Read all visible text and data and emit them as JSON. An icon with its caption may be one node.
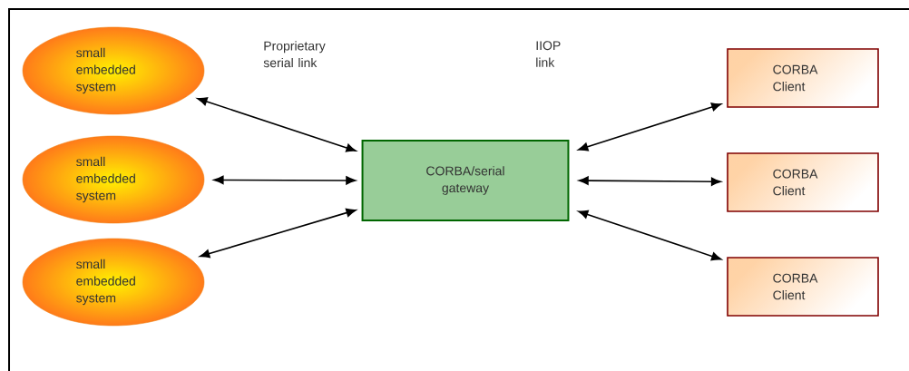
{
  "diagram": {
    "nodes": [
      {
        "text": [
          "small embedded system"
        ]
      },
      {
        "text": [
          "small embedded system"
        ]
      },
      {
        "text": [
          "small embedded system"
        ]
      },
      {
        "text": [
          "CORBA/serial gateway"
        ]
      },
      {
        "text": [
          "CORBA Client"
        ]
      },
      {
        "text": [
          "CORBA Client"
        ]
      },
      {
        "text": [
          "CORBA Client"
        ]
      }
    ],
    "edges": [
      {
        "from": 0,
        "to": 3,
        "arrow": "both"
      },
      {
        "from": 1,
        "to": 3,
        "arrow": "both"
      },
      {
        "from": 2,
        "to": 3,
        "arrow": "both"
      },
      {
        "from": 3,
        "to": 4,
        "arrow": "both"
      },
      {
        "from": 3,
        "to": 5,
        "arrow": "both"
      },
      {
        "from": 3,
        "to": 6,
        "arrow": "both"
      }
    ],
    "labels": [
      "Proprietary serial link",
      "IIOP link"
    ]
  }
}
